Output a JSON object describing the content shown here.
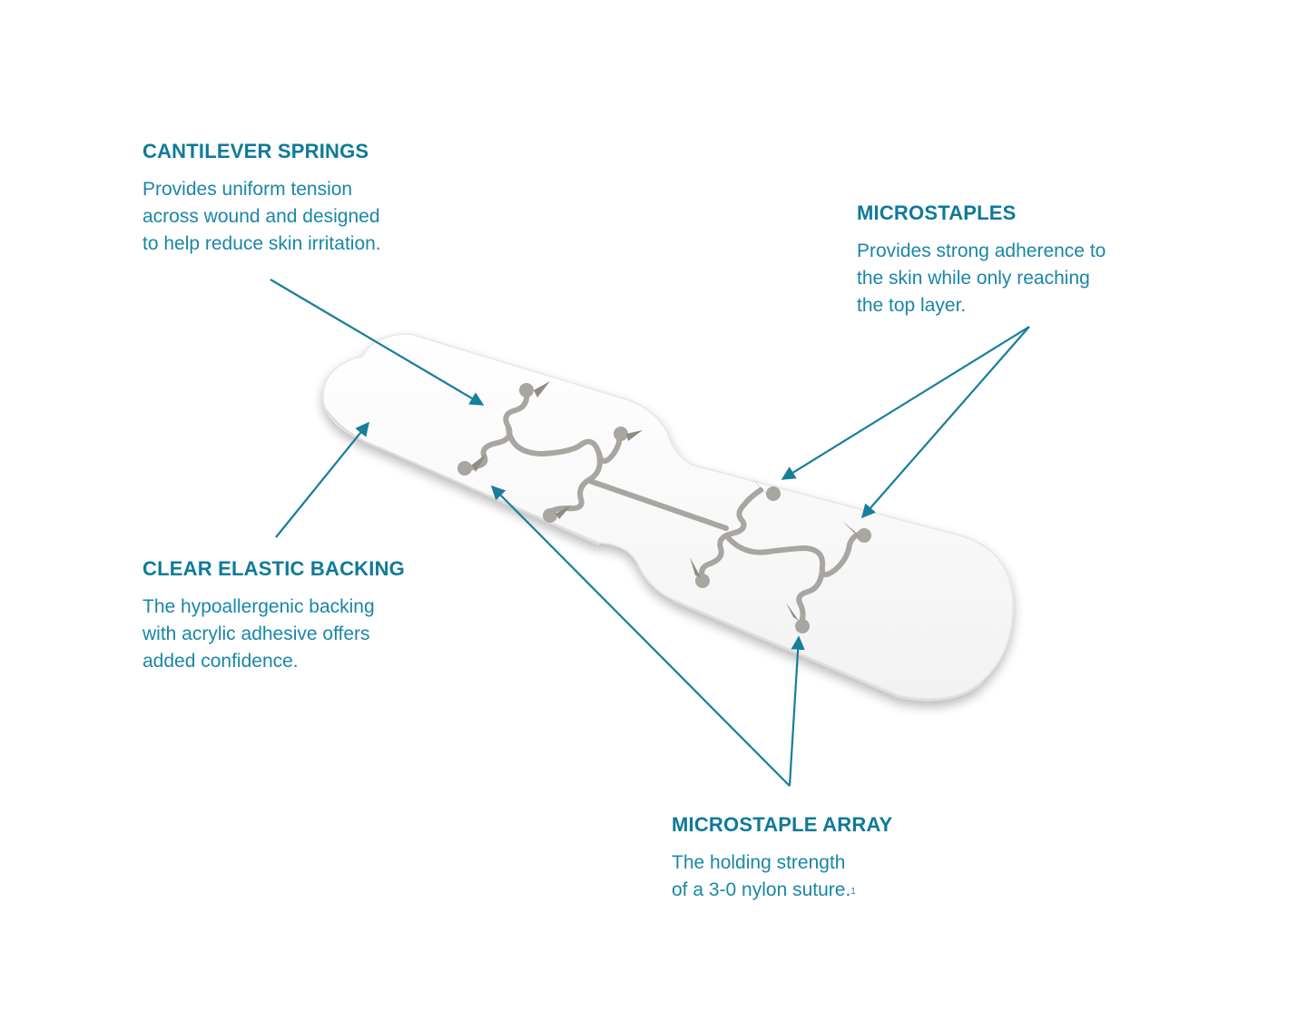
{
  "callouts": {
    "cantilever": {
      "title": "CANTILEVER SPRINGS",
      "lines": [
        "Provides uniform tension",
        "across wound and designed",
        "to help reduce skin irritation."
      ]
    },
    "microstaples": {
      "title": "MICROSTAPLES",
      "lines": [
        "Provides strong adherence to",
        "the skin while only reaching",
        "the top layer."
      ]
    },
    "backing": {
      "title": "CLEAR ELASTIC BACKING",
      "lines": [
        "The hypoallergenic backing",
        "with acrylic adhesive offers",
        "added confidence."
      ]
    },
    "array": {
      "title": "MICROSTAPLE ARRAY",
      "lines": [
        "The holding strength",
        "of a 3-0 nylon suture."
      ],
      "footnote": "1"
    }
  },
  "colors": {
    "accent": "#0e7a99",
    "arrow": "#177e9c",
    "staple": "#a9a5a1"
  }
}
